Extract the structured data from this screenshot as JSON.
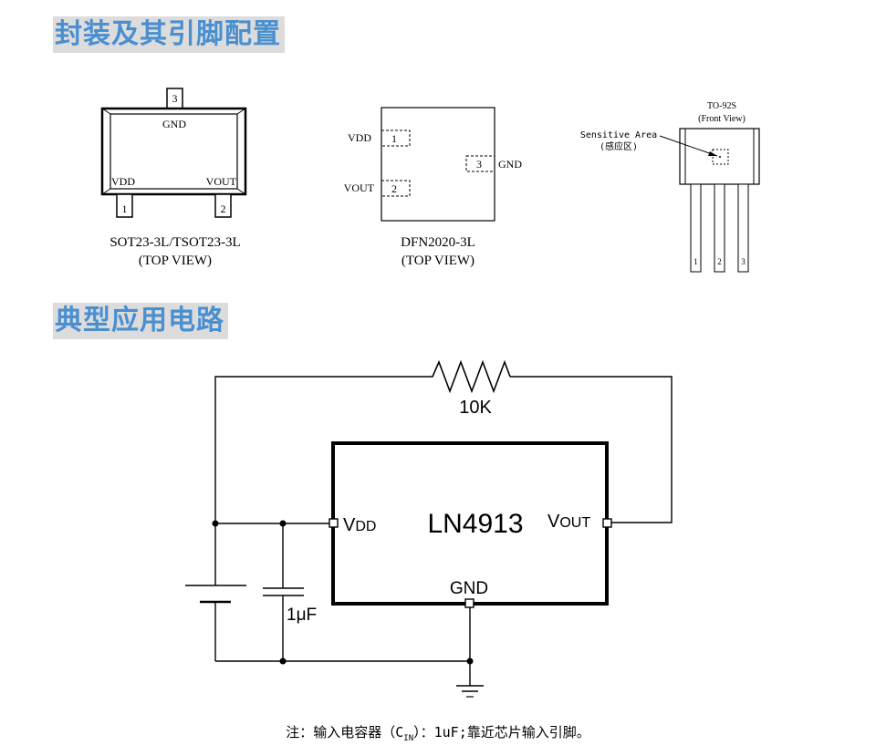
{
  "headings": {
    "package": "封装及其引脚配置",
    "circuit": "典型应用电路"
  },
  "sot23": {
    "pins": [
      "1",
      "2",
      "3"
    ],
    "pin_labels": {
      "gnd": "GND",
      "vdd": "VDD",
      "vout": "VOUT"
    },
    "caption_line1": "SOT23-3L/TSOT23-3L",
    "caption_line2": "(TOP VIEW)"
  },
  "dfn": {
    "pins": [
      "1",
      "2",
      "3"
    ],
    "pin_labels": {
      "vdd": "VDD",
      "vout": "VOUT",
      "gnd": "GND"
    },
    "caption_line1": "DFN2020-3L",
    "caption_line2": "(TOP VIEW)"
  },
  "to92": {
    "title": "TO-92S",
    "subtitle": "(Front View)",
    "sensitive_label": "Sensitive Area",
    "sensitive_label_cn": "(感应区)",
    "pins": [
      "1",
      "2",
      "3"
    ]
  },
  "circuit": {
    "chip_name": "LN4913",
    "resistor": "10K",
    "capacitor": "1μF",
    "vdd_prefix": "V",
    "vdd_suffix": "DD",
    "vout_prefix": "V",
    "vout_suffix": "OUT",
    "gnd": "GND"
  },
  "note": {
    "prefix": "注：输入电容器（C",
    "sub": "IN",
    "suffix": "）：1uF;靠近芯片输入引脚。"
  }
}
